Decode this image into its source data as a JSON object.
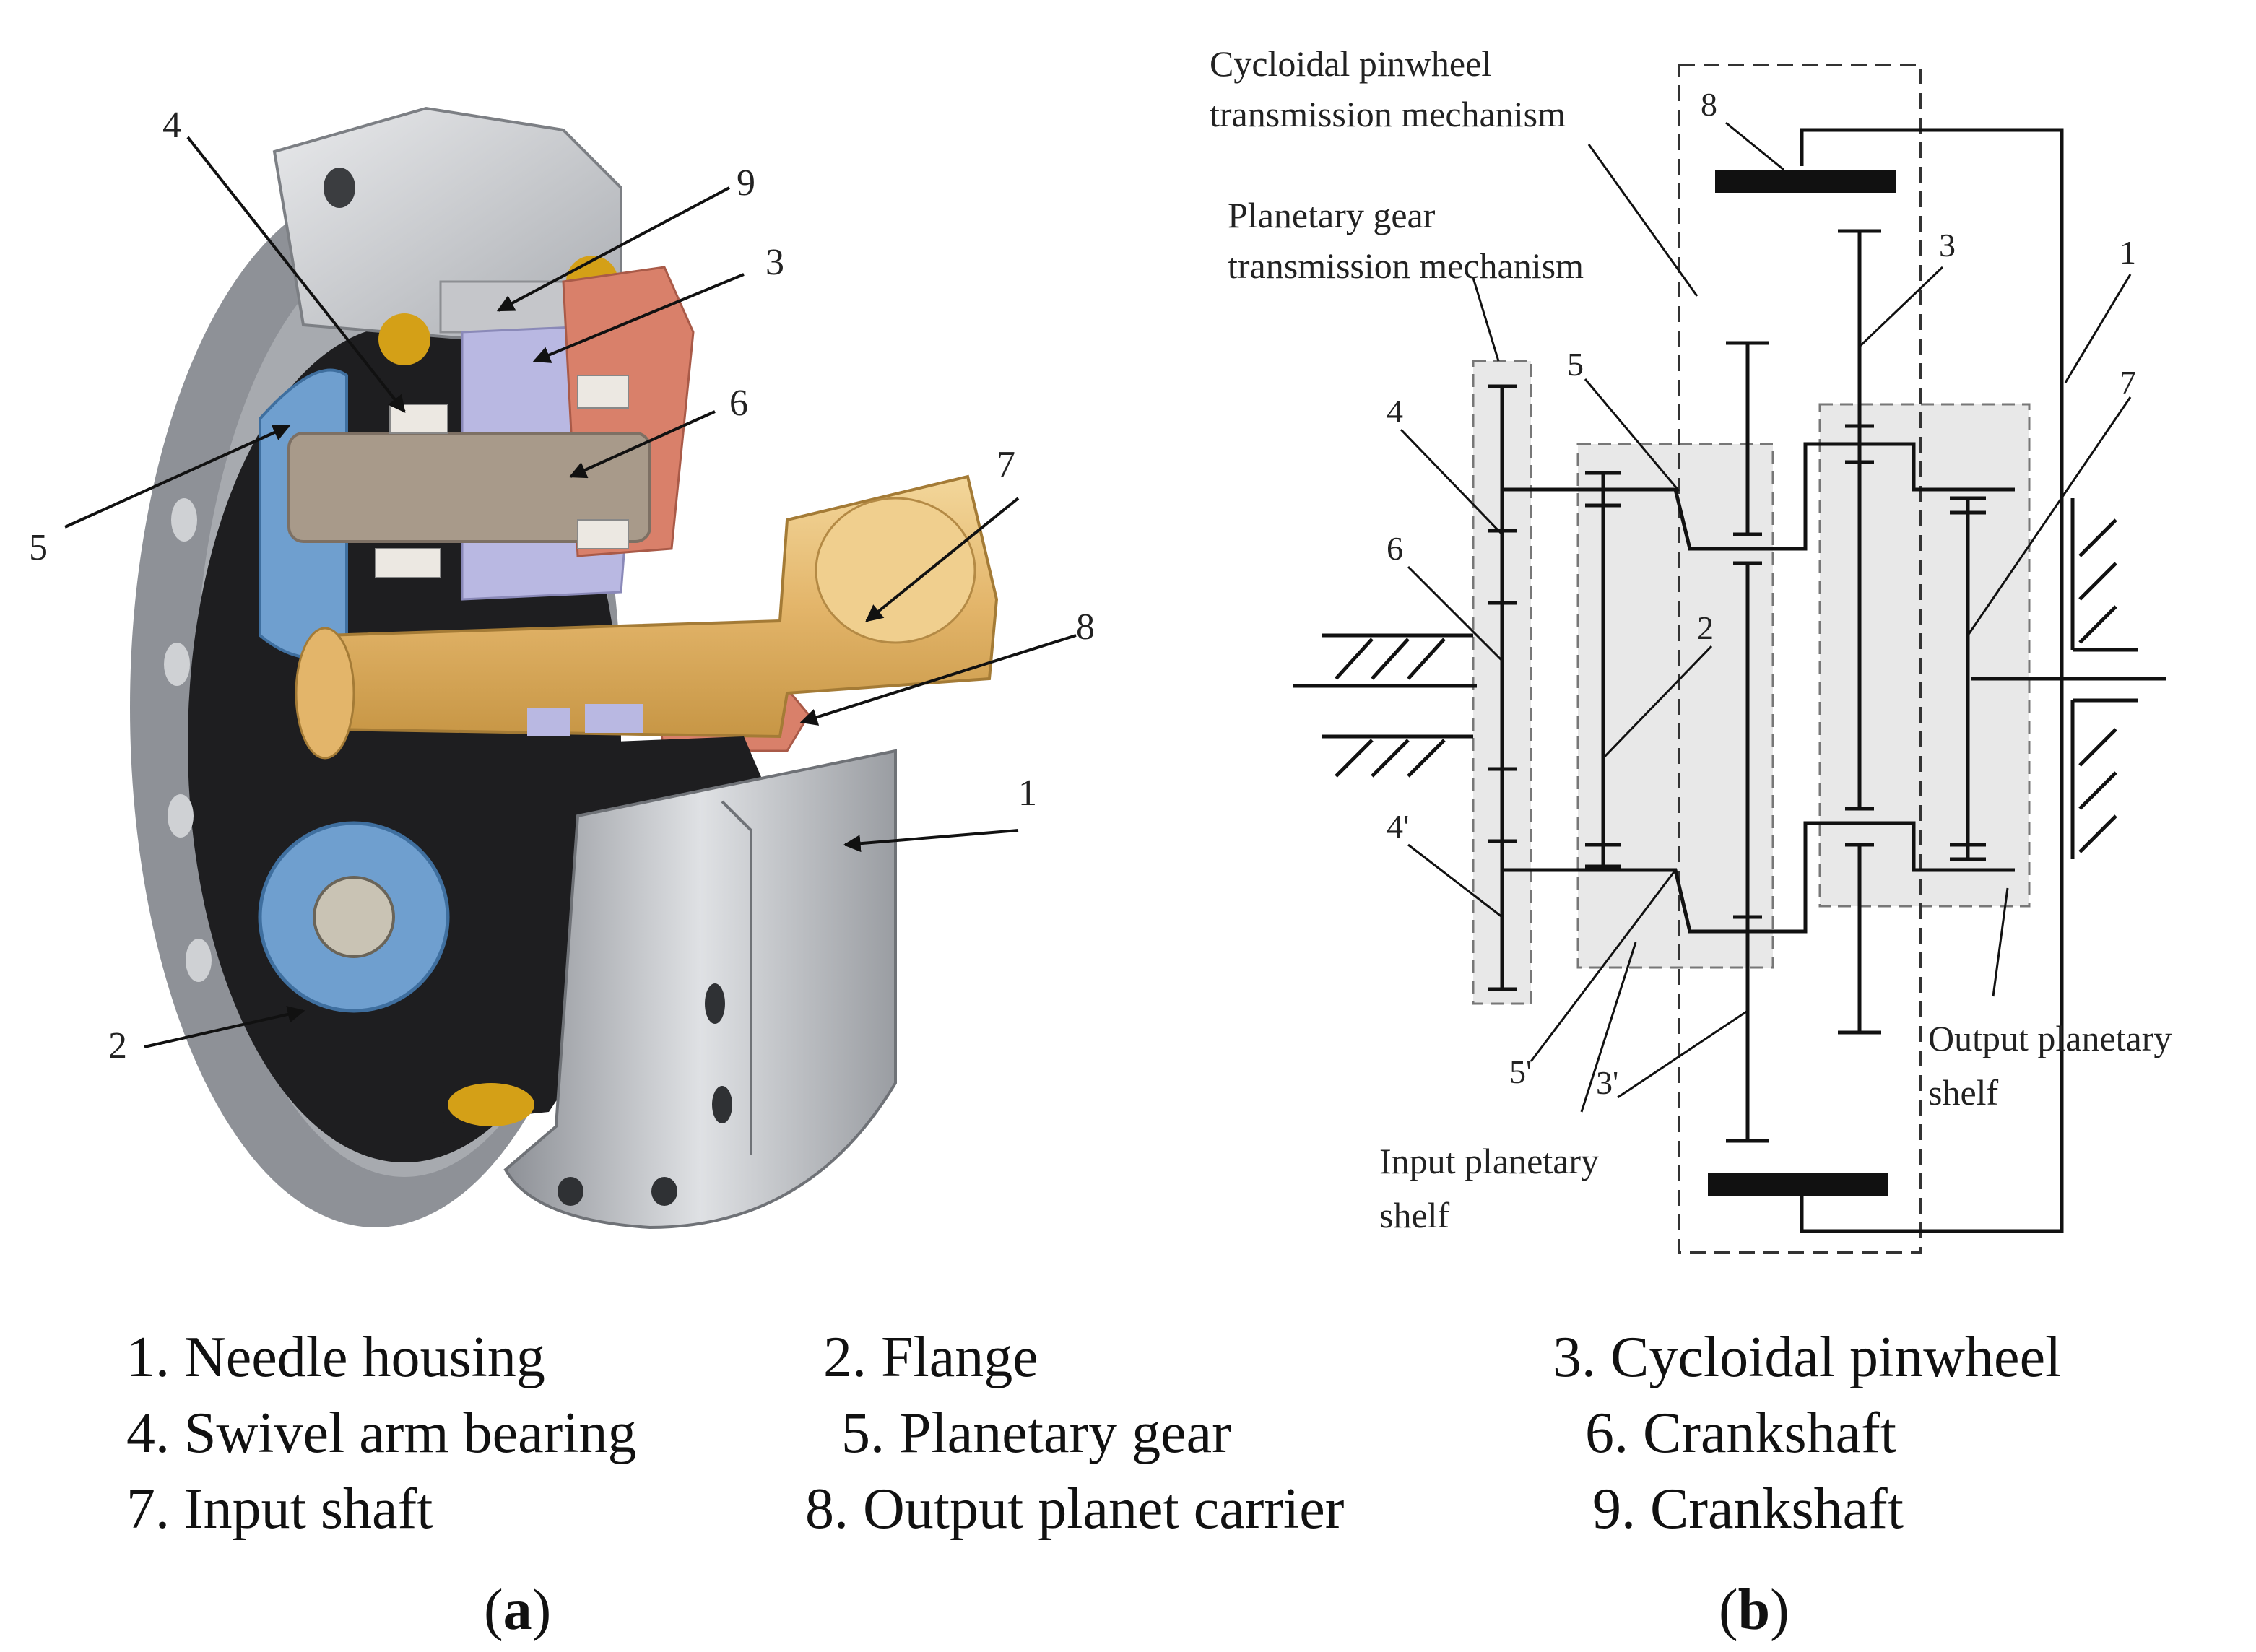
{
  "diagram_a": {
    "part_labels": [
      "4",
      "9",
      "3",
      "6",
      "5",
      "7",
      "8",
      "1",
      "2"
    ]
  },
  "diagram_b": {
    "titles": {
      "cycloidal_line1": "Cycloidal pinwheel",
      "cycloidal_line2": "transmission mechanism",
      "planetary_line1": "Planetary gear",
      "planetary_line2": "transmission mechanism",
      "input_shelf_line1": "Input planetary",
      "input_shelf_line2": "shelf",
      "output_shelf_line1": "Output planetary",
      "output_shelf_line2": "shelf"
    },
    "labels": {
      "l8": "8",
      "l3": "3",
      "l1": "1",
      "l5": "5",
      "l4": "4",
      "l7": "7",
      "l6": "6",
      "l2": "2",
      "l4p": "4'",
      "l5p": "5'",
      "l3p": "3'"
    }
  },
  "legend": [
    "1. Needle housing",
    "2. Flange",
    "3. Cycloidal pinwheel",
    "4. Swivel arm bearing",
    "5. Planetary gear",
    "6. Crankshaft",
    "7. Input shaft",
    "8. Output planet carrier",
    "9. Crankshaft"
  ],
  "captions": {
    "a": "a",
    "b": "b"
  },
  "colors": {
    "housing": "#b9bcc1",
    "black_part": "#1e1e20",
    "blue_gear": "#6f9fcf",
    "shaft": "#e6c07b",
    "pink": "#d9806a",
    "lavender": "#b9b8e2",
    "crank": "#a89a8a",
    "gold": "#d4a017",
    "shade": "#e8e8e8"
  }
}
